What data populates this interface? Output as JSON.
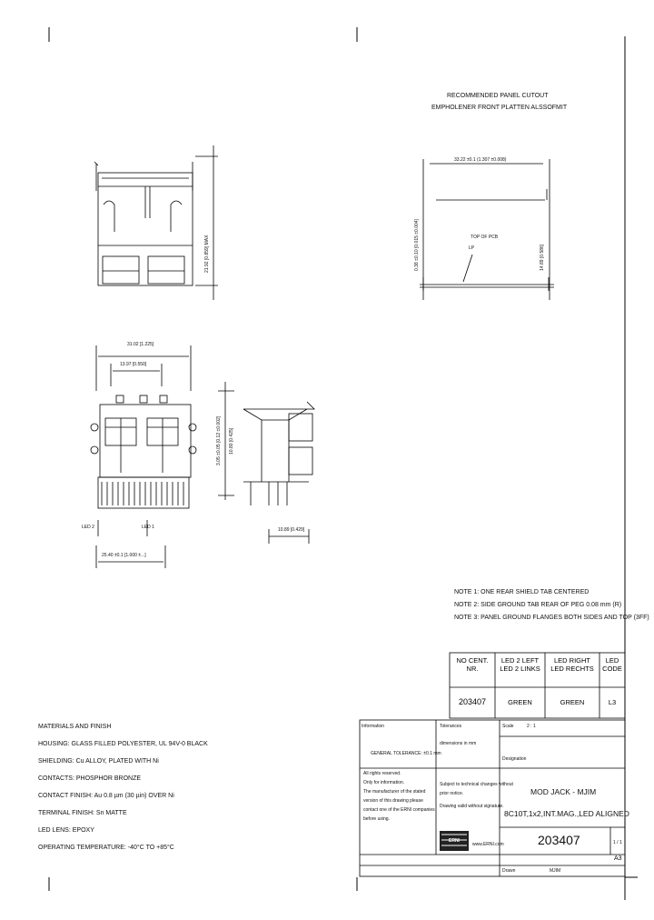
{
  "panel_cutout": {
    "title_line1": "RECOMMENDED PANEL CUTOUT",
    "title_line2": "EMPHOLENER FRONT PLATTEN ALSSOFMIT",
    "width_dim": "33.22 ±0.1 (1.307 ±0.008)",
    "height_dim": "0.38 ±0.10 [0.015 ±0.004]",
    "right_dim": "14.89 [0.586]",
    "top_of_pcb": "TOP OF PCB",
    "lp": "LP"
  },
  "front_view": {
    "max_height": "21.92 [0.859] MAX"
  },
  "bottom_view": {
    "overall_width": "31.02 [1.225]",
    "pin_span": "13.97 [0.550]",
    "pitch_dim": "25.40 ±0.1 [1.000 ±...]",
    "led2_label": "LED 2",
    "led1_label": "LED 1"
  },
  "side_view": {
    "dim_a": "3.05 ±0.05 [0.12 ±0.002]",
    "dim_b": "10.80 [0.425]",
    "dim_c": "10.89 [0.429]"
  },
  "notes": [
    "NOTE 1: ONE REAR SHIELD TAB CENTERED",
    "NOTE 2: SIDE GROUND TAB REAR OF PEG 0.08 mm (R)",
    "NOTE 3: PANEL GROUND FLANGES BOTH SIDES AND TOP (3FF)"
  ],
  "led_table": {
    "headers": [
      "NO CENT. NR.",
      "LED 2 LEFT LED 2 LINKS",
      "LED RIGHT LED RECHTS",
      "LED CODE"
    ],
    "row": [
      "203407",
      "GREEN",
      "GREEN",
      "L3"
    ]
  },
  "materials": {
    "title": "MATERIALS AND FINISH",
    "lines": [
      "HOUSING: GLASS FILLED POLYESTER, UL 94V-0 BLACK",
      "SHIELDING: Cu ALLOY, PLATED WITH Ni",
      "CONTACTS: PHOSPHOR BRONZE",
      "CONTACT FINISH: Au 0.8 µm (30 µin) OVER Ni",
      "TERMINAL FINISH: Sn MATTE",
      "LED LENS: EPOXY",
      "OPERATING TEMPERATURE: -40°C TO +85°C"
    ]
  },
  "title_block": {
    "info_label": "Information",
    "tolerance_label": "Tolerances",
    "scale_label": "Scale",
    "scale_value": "2 : 1",
    "general_tol": "GENERAL TOLERANCE: ±0.1 mm",
    "dim_note": "dimensions in mm",
    "rights_lines": [
      "All rights reserved.",
      "Only for information.",
      "The manufacturer of the stated",
      "version of this drawing please",
      "contact one of the ERNI companies",
      "before using."
    ],
    "subject_lines": [
      "Subject to technical changes without",
      "prior notice.",
      "Drawing valid without signature."
    ],
    "designation_label": "Designation",
    "designation_line1": "MOD JACK - MJIM",
    "designation_line2": "8C10T,1x2,INT.MAG.,LED ALIGNED",
    "logo_text": "ERNI",
    "website": "www.ERNI.com",
    "part_number": "203407",
    "sheet_label": "1 / 1",
    "size": "A3",
    "drawn_label": "Drawn",
    "drawn_value": "MJIM"
  }
}
